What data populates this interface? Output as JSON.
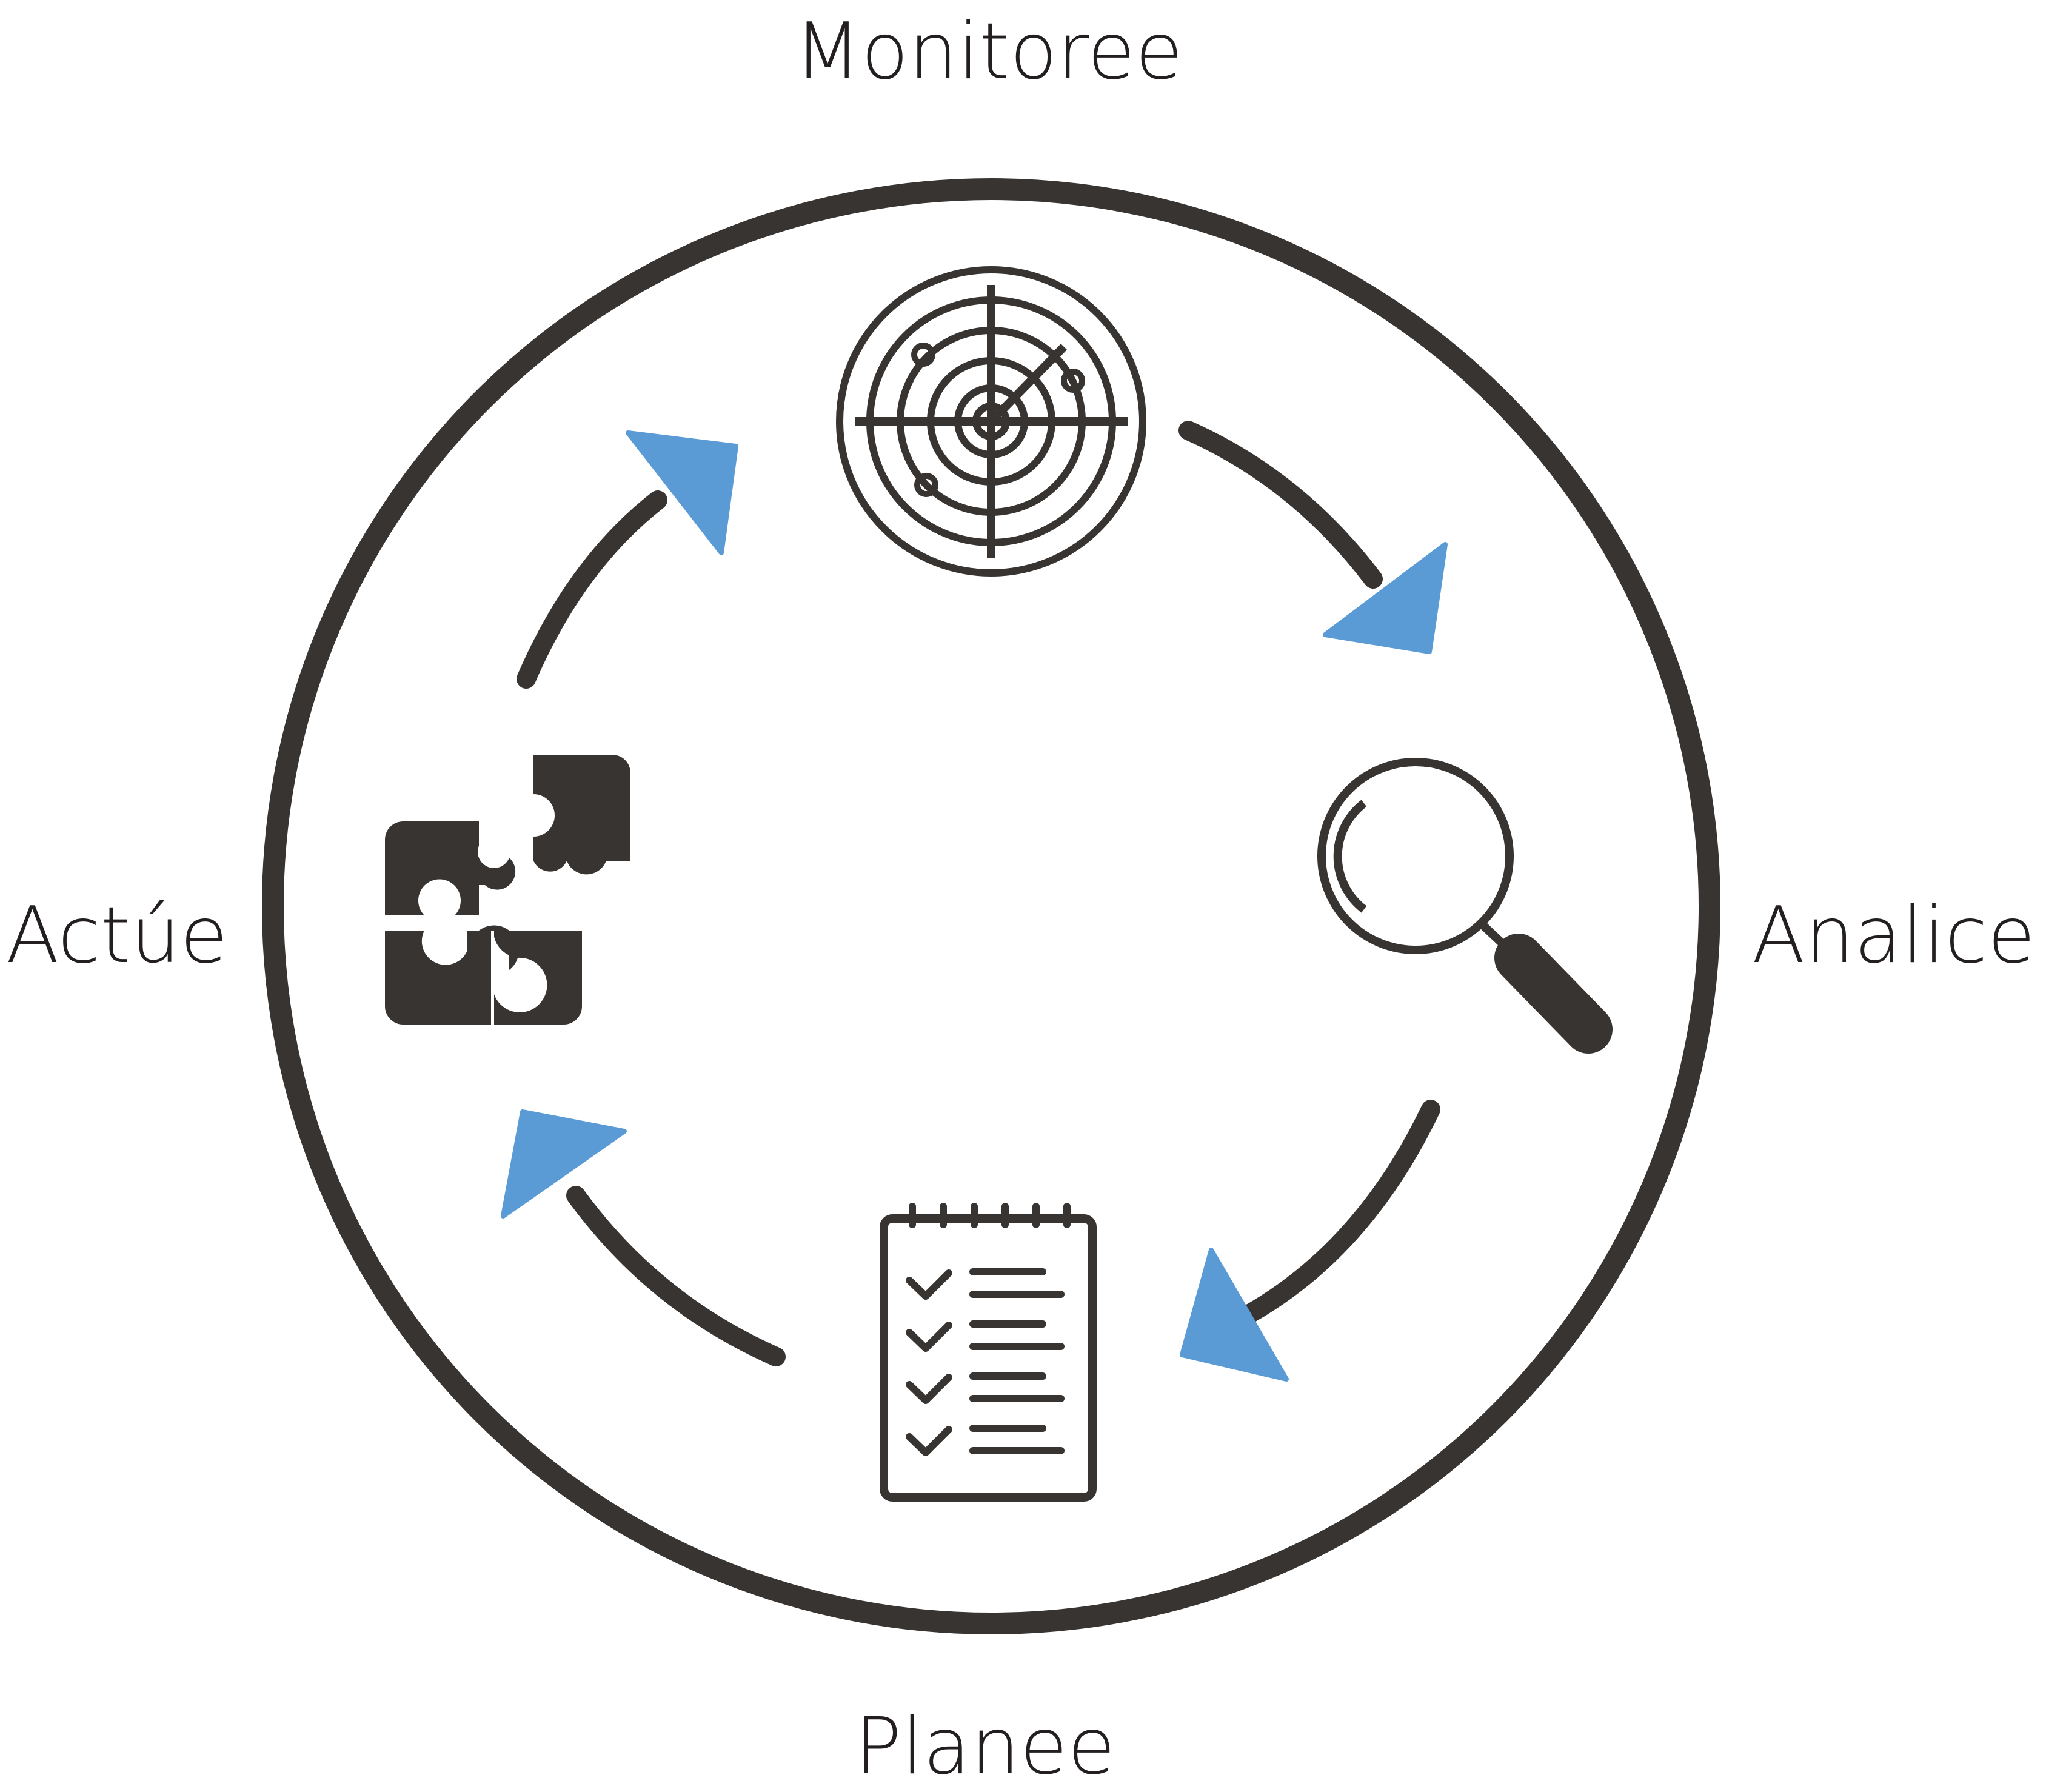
{
  "diagram": {
    "title": "",
    "colors": {
      "stroke": "#373431",
      "accent": "#5a9bd5",
      "background": "#ffffff"
    },
    "stages": [
      {
        "label": "Monitoree",
        "icon": "radar-icon"
      },
      {
        "label": "Analice",
        "icon": "magnifying-glass-icon"
      },
      {
        "label": "Planee",
        "icon": "checklist-notepad-icon"
      },
      {
        "label": "Actúe",
        "icon": "puzzle-pieces-icon"
      }
    ],
    "flow": "clockwise"
  }
}
